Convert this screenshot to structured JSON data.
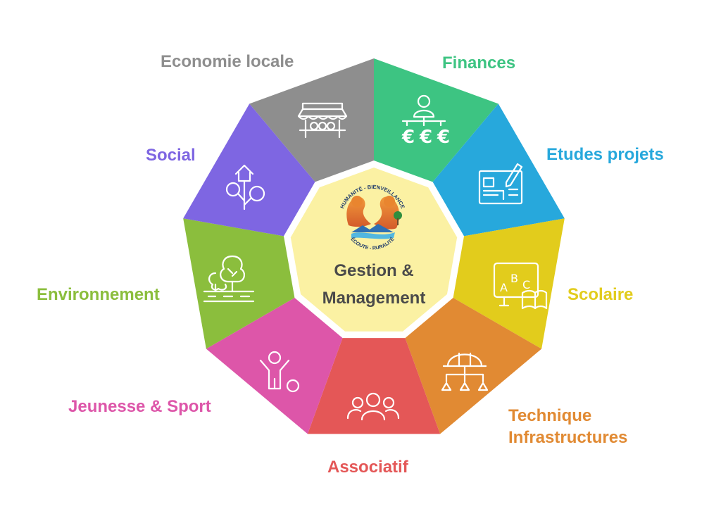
{
  "center": {
    "title_line1": "Gestion &",
    "title_line2": "Management",
    "logo_arc_top": "HUMANITÉ - BIENVEILLANCE",
    "logo_arc_bottom": "ÉCOUTE - RURALITÉ",
    "fill": "#FBF1A3"
  },
  "segments": [
    {
      "key": "eco",
      "label": "Economie locale",
      "color": "#8E8E8E",
      "icon": "market-stall-icon"
    },
    {
      "key": "fin",
      "label": "Finances",
      "color": "#3DC482",
      "icon": "person-euro-icon"
    },
    {
      "key": "etu",
      "label": "Etudes projets",
      "color": "#27A8DC",
      "icon": "blueprint-pencil-icon"
    },
    {
      "key": "sco",
      "label": "Scolaire",
      "color": "#E2CC1C",
      "icon": "abc-board-book-icon"
    },
    {
      "key": "tec",
      "label_line1": "Technique",
      "label_line2": "Infrastructures",
      "color": "#E18A33",
      "icon": "hardhat-network-icon"
    },
    {
      "key": "ass",
      "label": "Associatif",
      "color": "#E45757",
      "icon": "people-group-icon"
    },
    {
      "key": "jeu",
      "label": "Jeunesse & Sport",
      "color": "#DD56A9",
      "icon": "child-ball-icon"
    },
    {
      "key": "env",
      "label": "Environnement",
      "color": "#8BBE3D",
      "icon": "trees-road-icon"
    },
    {
      "key": "soc",
      "label": "Social",
      "color": "#7E66E2",
      "icon": "house-tree-icon"
    }
  ]
}
